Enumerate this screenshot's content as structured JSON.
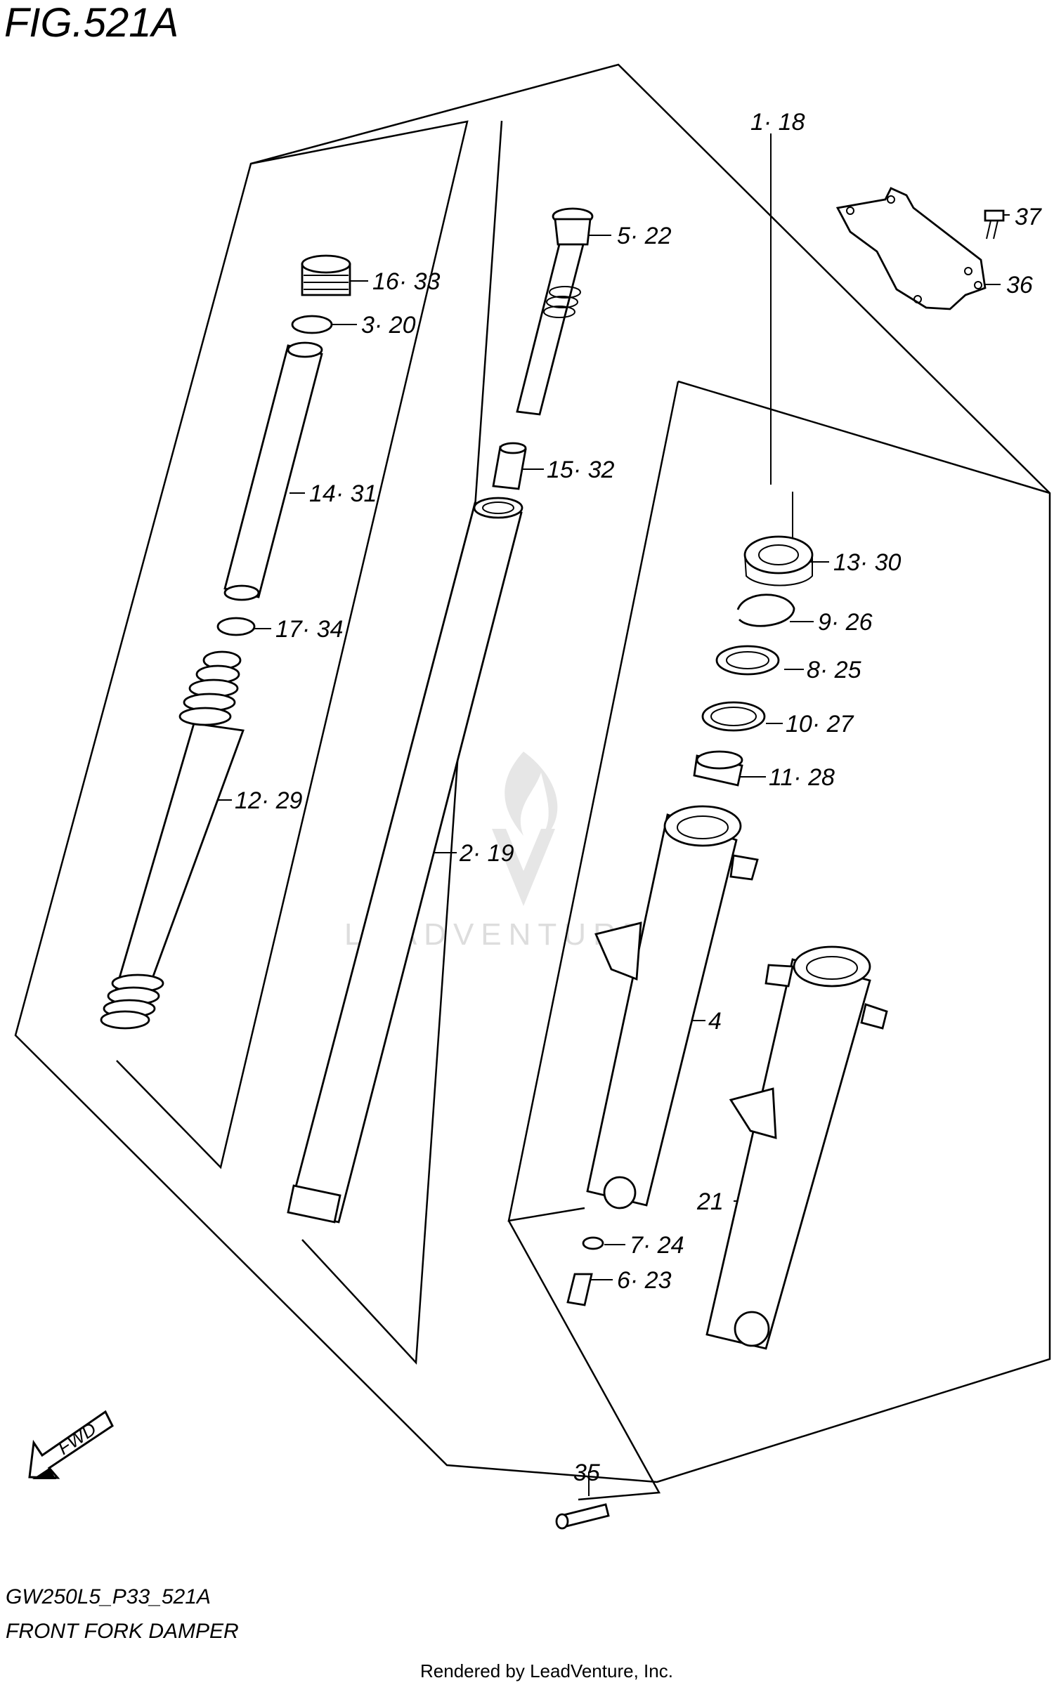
{
  "figure": {
    "title": "FIG.521A",
    "model_code": "GW250L5_P33_521A",
    "caption": "FRONT FORK DAMPER",
    "credit": "Rendered by LeadVenture, Inc.",
    "watermark": "LEADVENTURE",
    "direction_tag": "FWD"
  },
  "callouts": [
    {
      "id": "1-18",
      "text": "1· 18"
    },
    {
      "id": "5-22",
      "text": "5· 22"
    },
    {
      "id": "37",
      "text": "37"
    },
    {
      "id": "16-33",
      "text": "16· 33"
    },
    {
      "id": "36",
      "text": "36"
    },
    {
      "id": "3-20",
      "text": "3· 20"
    },
    {
      "id": "15-32",
      "text": "15· 32"
    },
    {
      "id": "14-31",
      "text": "14· 31"
    },
    {
      "id": "13-30",
      "text": "13· 30"
    },
    {
      "id": "9-26",
      "text": "9· 26"
    },
    {
      "id": "17-34",
      "text": "17· 34"
    },
    {
      "id": "8-25",
      "text": "8· 25"
    },
    {
      "id": "10-27",
      "text": "10· 27"
    },
    {
      "id": "11-28",
      "text": "11· 28"
    },
    {
      "id": "12-29",
      "text": "12· 29"
    },
    {
      "id": "2-19",
      "text": "2· 19"
    },
    {
      "id": "4",
      "text": "4"
    },
    {
      "id": "21",
      "text": "21"
    },
    {
      "id": "7-24",
      "text": "7· 24"
    },
    {
      "id": "6-23",
      "text": "6· 23"
    },
    {
      "id": "35",
      "text": "35"
    }
  ]
}
